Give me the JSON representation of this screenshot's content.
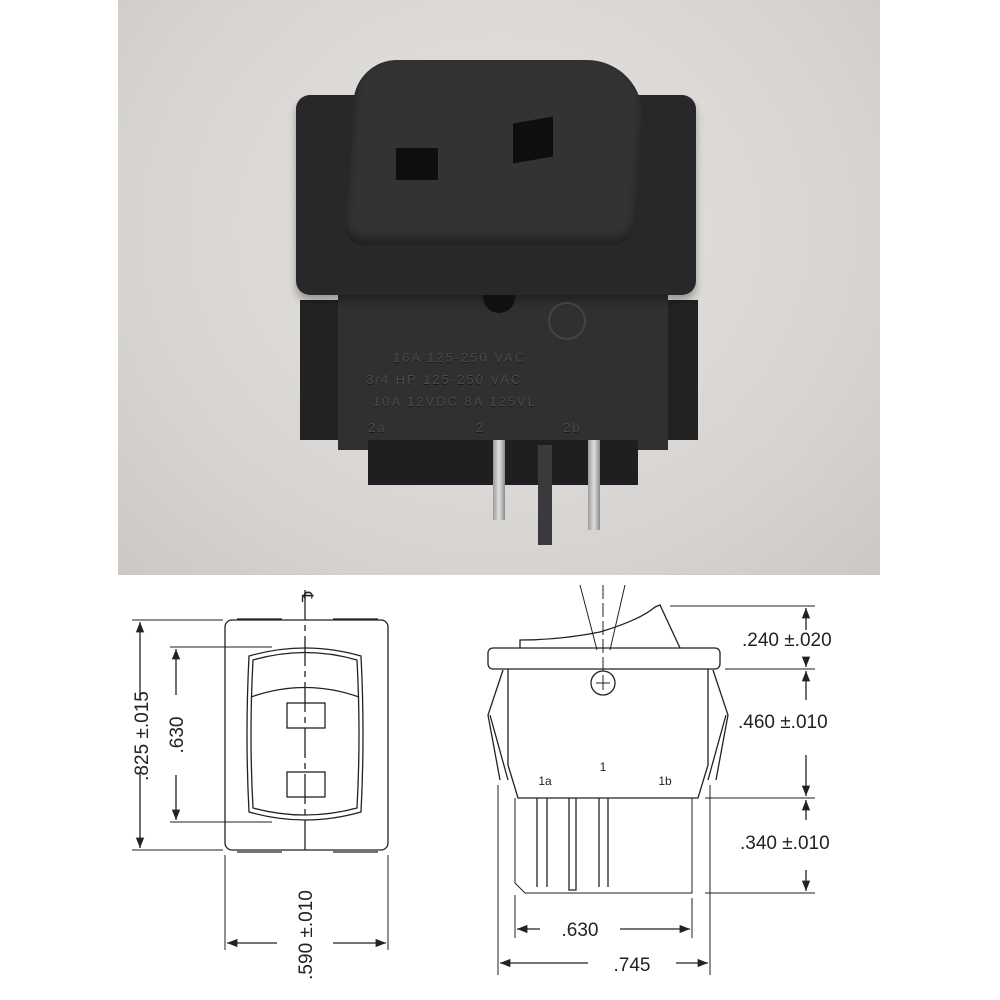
{
  "photo": {
    "markings": {
      "line1": "16A 125-250 VAC",
      "line2": "3/4 HP 125-250 VAC",
      "line3": "10A 12VDC 8A 125VL",
      "terminal_left": "2a",
      "terminal_center": "2",
      "terminal_right": "2b"
    },
    "colors": {
      "switch_body": "#2b2b2d",
      "background": "#d8d6d4"
    }
  },
  "top_view": {
    "centerline_symbol": "℄",
    "height_dim": ".825 ±.015",
    "rocker_dim": ".630",
    "width_dim": ".590 ±.010"
  },
  "side_view": {
    "rocker_height_dim": ".240 ±.020",
    "body_height_dim": ".460 ±.010",
    "pin_length_dim": ".340 ±.010",
    "body_width_dim": ".630",
    "flange_width_dim": ".745",
    "terminal_labels": [
      "1a",
      "1",
      "1b"
    ]
  }
}
